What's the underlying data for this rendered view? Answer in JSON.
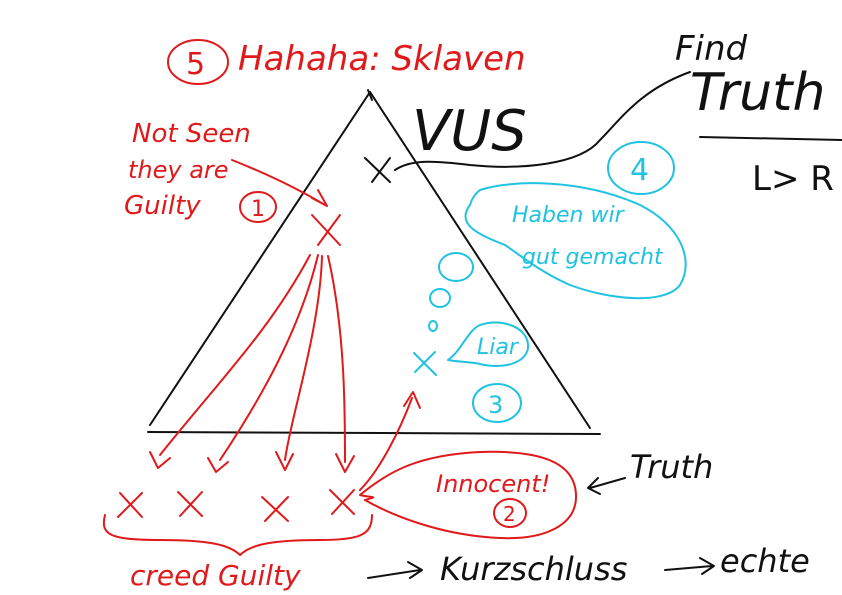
{
  "colors": {
    "black": "#111111",
    "red": "#e0191b",
    "cyan": "#1fc3e0"
  },
  "top": {
    "number": "5",
    "title": "Hahaha: Sklaven",
    "vus": "VUS"
  },
  "right_top": {
    "find": "Find",
    "truth": "Truth",
    "arrow_text": "L> R"
  },
  "left_note": {
    "line1": "Not Seen",
    "line2": "they are",
    "line3": "Guilty",
    "number": "1"
  },
  "bubble_4": {
    "number": "4",
    "line1": "Haben wir",
    "line2": "gut gemacht"
  },
  "bubble_3": {
    "word": "Liar",
    "number": "3"
  },
  "innocent": {
    "word": "Innocent!",
    "number": "2"
  },
  "truth_right": "Truth",
  "bottom": {
    "creed": "creed Guilty",
    "kurz": "Kurzschluss",
    "echte": "echte"
  },
  "icons": [
    "x-mark",
    "arrow",
    "thought-bubble",
    "circled-number"
  ]
}
